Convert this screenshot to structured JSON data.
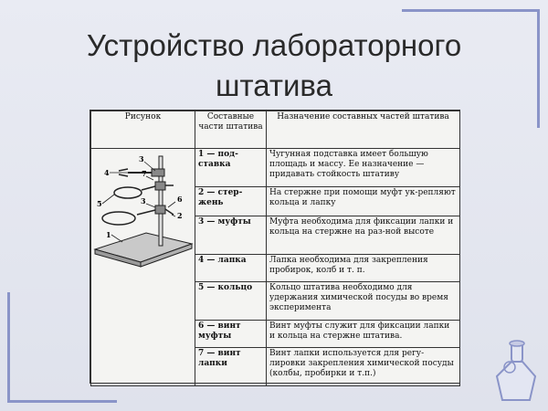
{
  "slide": {
    "title_line1": "Устройство лабораторного",
    "title_line2": "штатива"
  },
  "table": {
    "headers": [
      "Рисунок",
      "Составные части штатива",
      "Назначение составных частей штатива"
    ],
    "rows": [
      {
        "part": "1 — под-ставка",
        "purpose": "Чугунная подставка имеет большую площадь и массу. Ее назначение — придавать стойкость штативу"
      },
      {
        "part": "2 — стер-жень",
        "purpose": "На стержне при помощи муфт ук-репляют кольца и лапку"
      },
      {
        "part": "3 — муфты",
        "purpose": "Муфта необходима для фиксации лапки и кольца на стержне на раз-ной высоте"
      },
      {
        "part": "4 — лапка",
        "purpose": "Лапка необходима для закрепления пробирок, колб и т. п."
      },
      {
        "part": "5 — кольцо",
        "purpose": "Кольцо штатива необходимо для удержания химической посуды во время эксперимента"
      },
      {
        "part": "6 — винт муфты",
        "purpose": "Винт муфты служит для фиксации лапки и кольца на стержне штатива."
      },
      {
        "part": "7 — винт лапки",
        "purpose": "Винт лапки используется для регу-лировки закрепления химической посуды (колбы, пробирки и т.п.)"
      }
    ]
  },
  "figure": {
    "labels": [
      "1",
      "2",
      "3",
      "3",
      "4",
      "5",
      "6",
      "7"
    ]
  },
  "decor": {
    "accent_color": "#8a94c8",
    "icon": "flask-icon"
  }
}
